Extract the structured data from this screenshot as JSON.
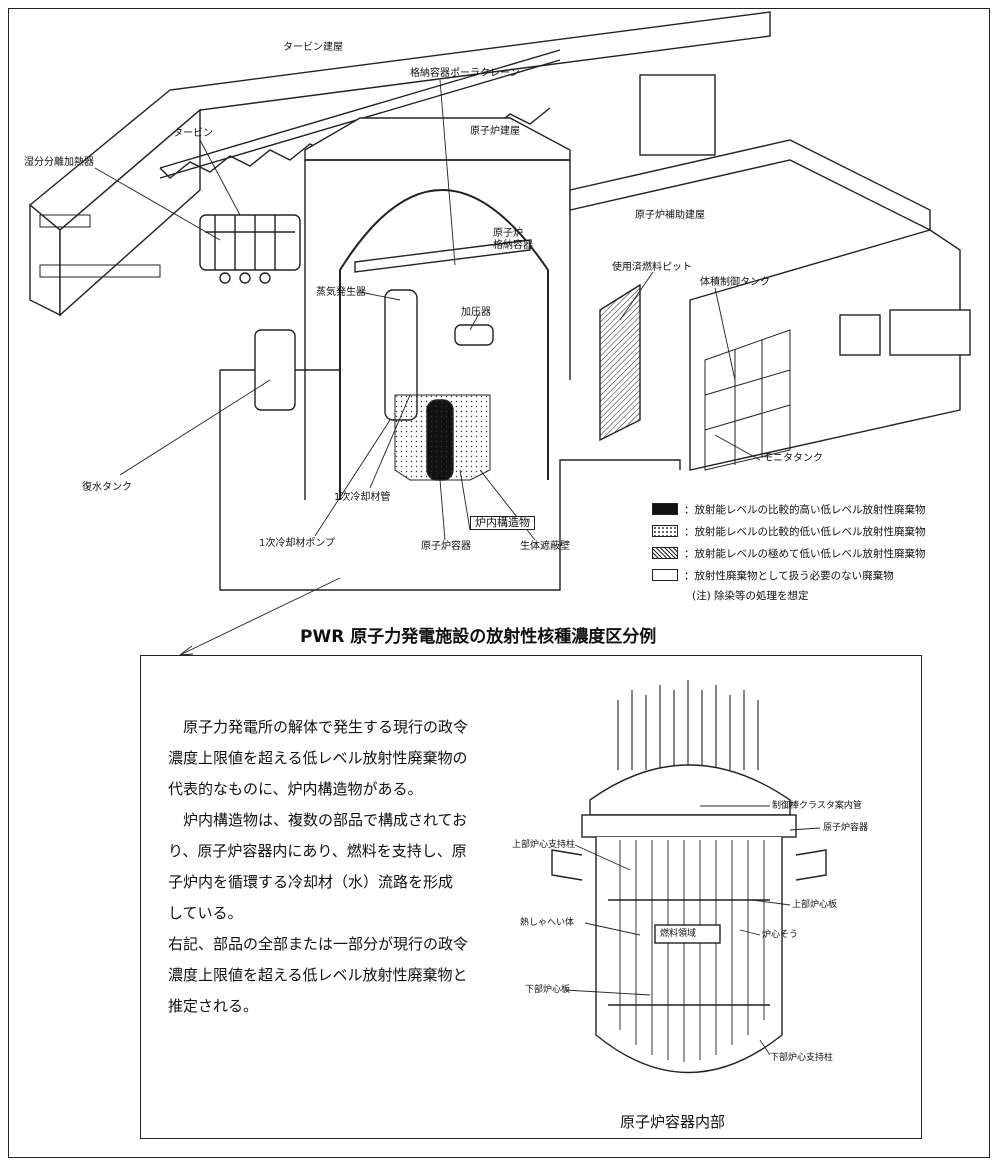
{
  "plant_labels": {
    "turbine_building": "タービン建屋",
    "polar_crane": "格納容器ポーラクレーン",
    "turbine": "タービン",
    "moisture_separator": "湿分分離加熱器",
    "reactor_building": "原子炉建屋",
    "containment_vessel": "原子炉\n格納容器",
    "aux_building": "原子炉補助建屋",
    "spent_fuel_pit": "使用済燃料ピット",
    "steam_generator": "蒸気発生器",
    "pressurizer": "加圧器",
    "volume_control_tank": "体積制御タンク",
    "condensate_tank": "復水タンク",
    "primary_coolant_pipe": "1次冷却材管",
    "primary_coolant_pump": "1次冷却材ポンプ",
    "reactor_internals": "炉内構造物",
    "reactor_vessel": "原子炉容器",
    "bio_shield": "生体遮蔽壁",
    "monitor_tank": "モニタタンク"
  },
  "legend": {
    "items": [
      {
        "pattern": "dark",
        "label": "：放射能レベルの比較的高い低レベル放射性廃棄物"
      },
      {
        "pattern": "dots",
        "label": "：放射能レベルの比較的低い低レベル放射性廃棄物"
      },
      {
        "pattern": "hatch",
        "label": "：放射能レベルの極めて低い低レベル放射性廃棄物"
      },
      {
        "pattern": "white",
        "label": "：放射性廃棄物として扱う必要のない廃棄物"
      }
    ],
    "note": "(注) 除染等の処理を想定"
  },
  "title": "PWR 原子力発電施設の放射性核種濃度区分例",
  "description": [
    "　原子力発電所の解体で発生する現行の政令濃度上限値を超える低レベル放射性廃棄物の代表的なものに、炉内構造物がある。",
    "　炉内構造物は、複数の部品で構成されており、原子炉容器内にあり、燃料を支持し、原子炉内を循環する冷却材（水）流路を形成している。",
    "右記、部品の全部または一部分が現行の政令濃度上限値を超える低レベル放射性廃棄物と推定される。"
  ],
  "vessel_labels": {
    "cr_cluster_guide": "制御棒クラスタ案内管",
    "reactor_vessel": "原子炉容器",
    "upper_core_support": "上部炉心支持柱",
    "upper_core_plate": "上部炉心板",
    "thermal_shield": "熱しゃへい体",
    "core_barrel": "炉心そう",
    "fuel_region": "燃料領域",
    "lower_core_plate": "下部炉心板",
    "lower_core_support": "下部炉心支持柱"
  },
  "vessel_caption": "原子炉容器内部"
}
